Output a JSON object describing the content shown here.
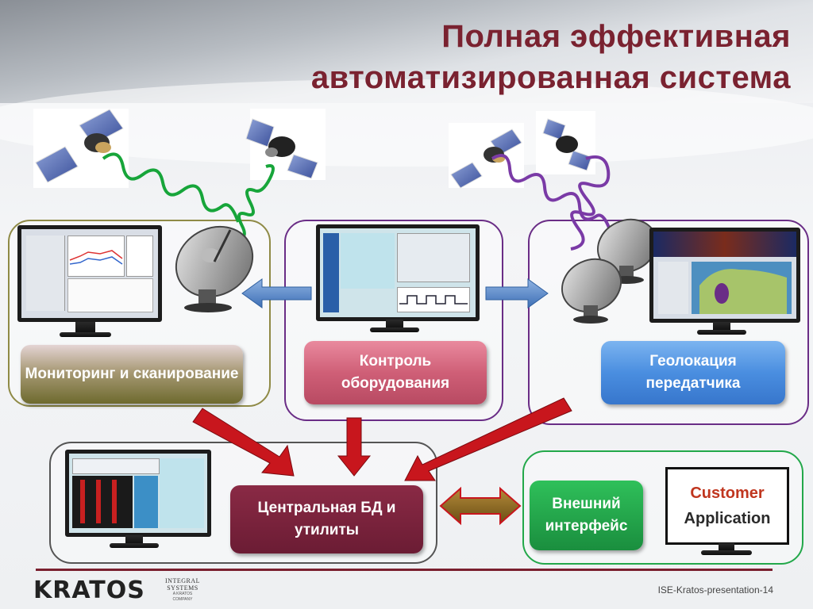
{
  "title": {
    "line1": "Полная эффективная",
    "line2": "автоматизированная система"
  },
  "labels": {
    "monitoring": "Мониторинг и сканирование",
    "control": "Контроль оборудования",
    "geolocation": "Геолокация передатчика",
    "central": "Центральная БД и утилиты",
    "external": "Внешний интерфейс"
  },
  "customer_app": {
    "line1": "Customer",
    "line2": "Application"
  },
  "logos": {
    "kratos": "KRATOS",
    "integral_line1": "INTEGRAL",
    "integral_line2": "SYSTEMS",
    "integral_line3": "A KRATOS COMPANY"
  },
  "footer": "ISE-Kratos-presentation-14",
  "colors": {
    "title": "#7a2230",
    "monitoring_border": "#8f8a46",
    "control_border": "#6a2d86",
    "external_border": "#23a84a",
    "arrow_red": "#c8161d",
    "arrow_blue": "#5f8ecb",
    "wave_green": "#17a53a",
    "wave_purple": "#7a3aa6"
  },
  "icons": [
    "satellite-icon",
    "dish-antenna-icon",
    "monitor-icon",
    "arrow-icon"
  ]
}
